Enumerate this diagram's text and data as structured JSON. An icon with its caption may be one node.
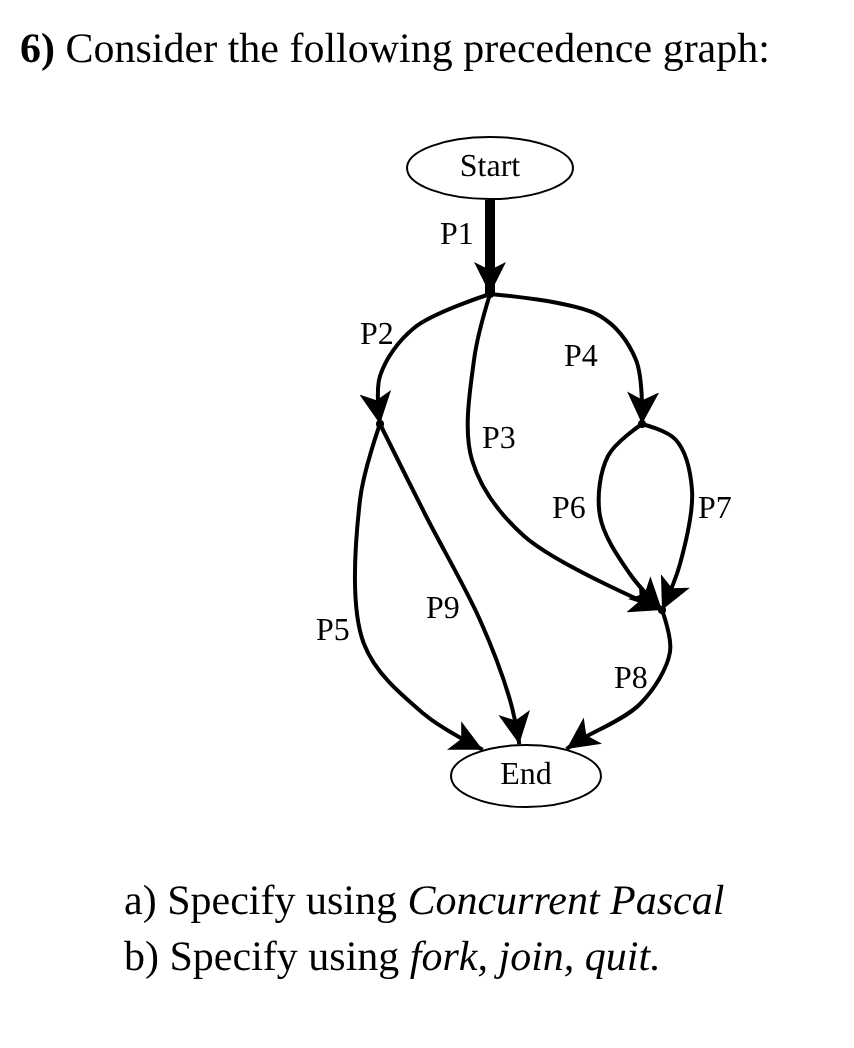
{
  "diagram": {
    "title": "**6)** Consider the following precedence graph:",
    "nodes": [
      {
        "text": [
          "Start"
        ]
      },
      {
        "text": [],
        "shape": "point"
      },
      {
        "text": [],
        "shape": "point"
      },
      {
        "text": [],
        "shape": "point"
      },
      {
        "text": [],
        "shape": "point"
      },
      {
        "text": [
          "End"
        ]
      }
    ],
    "edges": [
      {
        "from": 0,
        "to": 1,
        "arrow": "to",
        "label": "P1",
        "style": "thick"
      },
      {
        "from": 1,
        "to": 2,
        "arrow": "to",
        "label": "P2"
      },
      {
        "from": 1,
        "to": 4,
        "arrow": "to",
        "label": "P3"
      },
      {
        "from": 1,
        "to": 3,
        "arrow": "to",
        "label": "P4"
      },
      {
        "from": 2,
        "to": 5,
        "arrow": "to",
        "label": "P5"
      },
      {
        "from": 3,
        "to": 4,
        "arrow": "to",
        "label": "P6"
      },
      {
        "from": 3,
        "to": 4,
        "arrow": "to",
        "label": "P7"
      },
      {
        "from": 4,
        "to": 5,
        "arrow": "to",
        "label": "P8"
      },
      {
        "from": 2,
        "to": 5,
        "arrow": "to",
        "label": "P9"
      }
    ],
    "labels": [
      "a) Specify using *Concurrent Pascal*",
      "b) Specify using *fork, join, quit.*"
    ]
  }
}
